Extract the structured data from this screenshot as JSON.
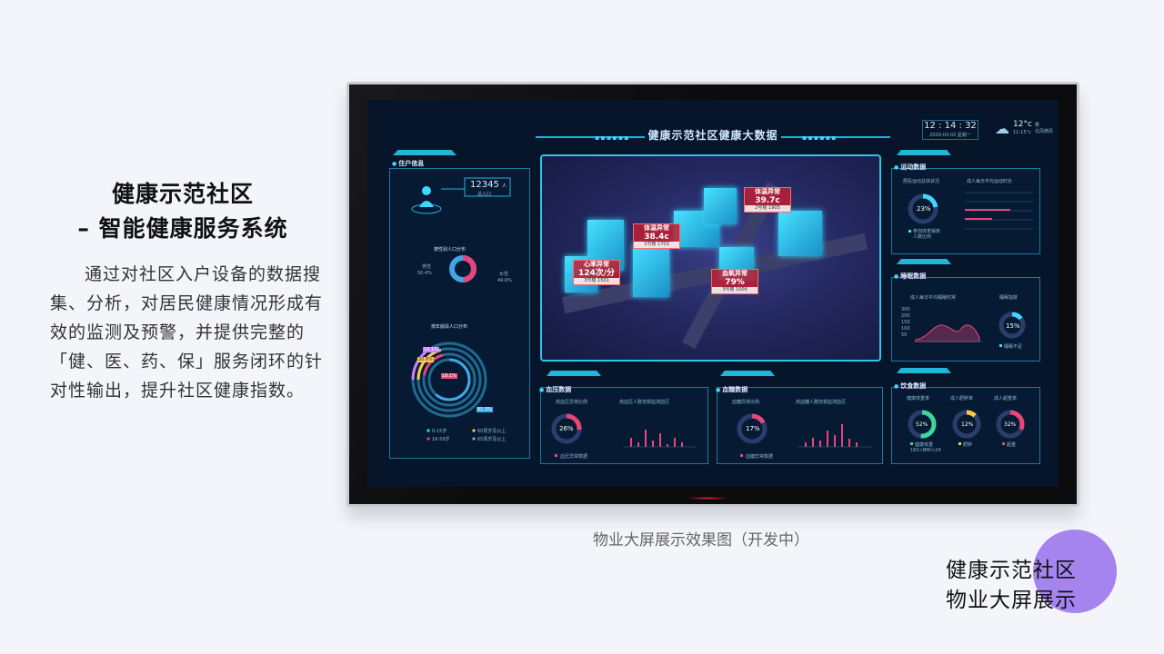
{
  "intro": {
    "title_line1": "健康示范社区",
    "title_line2": "– 智能健康服务系统",
    "body": "通过对社区入户设备的数据搜集、分析，对居民健康情况形成有效的监测及预警，并提供完整的「健、医、药、保」服务闭环的针对性输出，提升社区健康指数。"
  },
  "caption": "物业大屏展示效果图（开发中）",
  "badge": {
    "line1": "健康示范社区",
    "line2": "物业大屏展示"
  },
  "dashboard": {
    "title": "健康示范社区健康大数据",
    "clock_time": "12 : 14 : 32",
    "clock_date": "2020-03-02 星期一",
    "weather_temp": "12°c",
    "weather_range": "11-15°c",
    "weather_cond": "雾",
    "weather_wind": "北风微风",
    "resident": {
      "title": "住户信息",
      "total": "12345",
      "total_unit": "人",
      "total_label": "总入口",
      "gender_title": "按性别人口分布",
      "male_label": "男性",
      "male_pct": "50.4%",
      "female_label": "女性",
      "female_pct": "49.6%",
      "age_title": "按年龄段人口分布",
      "age_labels": [
        "14.1%",
        "20.6%",
        "18.1%",
        "61.3%"
      ],
      "legend": [
        "0-15岁",
        "60周岁及以上",
        "16-59岁",
        "65周岁及以上"
      ]
    },
    "alerts": [
      {
        "title": "体温异常",
        "value": "39.7c",
        "where": "2号楼 1905"
      },
      {
        "title": "体温异常",
        "value": "38.4c",
        "where": "1号楼 1703"
      },
      {
        "title": "心率异常",
        "value": "124次/分",
        "where": "3号楼 1501"
      },
      {
        "title": "血氧异常",
        "value": "79%",
        "where": "3号楼 1006"
      }
    ],
    "bp": {
      "title": "血压数据",
      "sub1": "高血压异常比例",
      "sub2": "高血压人群自我监测血压",
      "pct": "26%",
      "legend": "血压异常数据"
    },
    "sugar": {
      "title": "血糖数据",
      "sub1": "血糖异常比例",
      "sub2": "高血糖人群自我监测血压",
      "pct": "17%",
      "legend": "血糖异常数据"
    },
    "sport": {
      "title": "运动数据",
      "sub1": "居民运动总体状况",
      "sub2": "成人每日平均运动时长",
      "pct": "23%",
      "legend": "参加体育锻炼人数比例"
    },
    "sleep": {
      "title": "睡眠数据",
      "sub1": "成人每日平均睡眠时常",
      "sub2": "睡眠指数",
      "pct": "15%",
      "legend": "睡眠不足",
      "yticks": [
        "300",
        "200",
        "150",
        "100",
        "50"
      ]
    },
    "diet": {
      "title": "饮食数据",
      "sub1": "健康体重率",
      "sub2": "成人肥胖率",
      "sub3": "成人超重率",
      "pcts": [
        "52%",
        "12%",
        "32%"
      ],
      "legends": [
        "健康体重",
        "肥胖",
        "超重"
      ],
      "note": "183<BMI<24"
    }
  }
}
